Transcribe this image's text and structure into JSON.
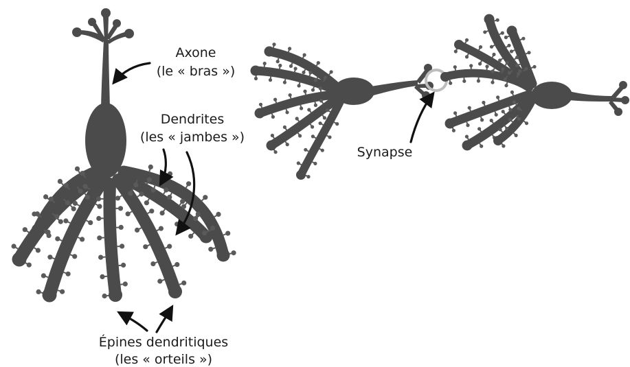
{
  "labels": {
    "axon_line1": "Axone",
    "axon_line2": "(le « bras »)",
    "dendrites_line1": "Dendrites",
    "dendrites_line2": "(les « jambes »)",
    "synapse": "Synapse",
    "spines_line1": "Épines dendritiques",
    "spines_line2": "(les « orteils »)"
  },
  "colors": {
    "neuron_fill": "#4b4b4b",
    "neuron_stroke": "#2a2a2a",
    "spine": "#5a5a5a",
    "arrow": "#111111",
    "synapse_ring": "#bdbdbd",
    "text": "#1a1a1a"
  }
}
